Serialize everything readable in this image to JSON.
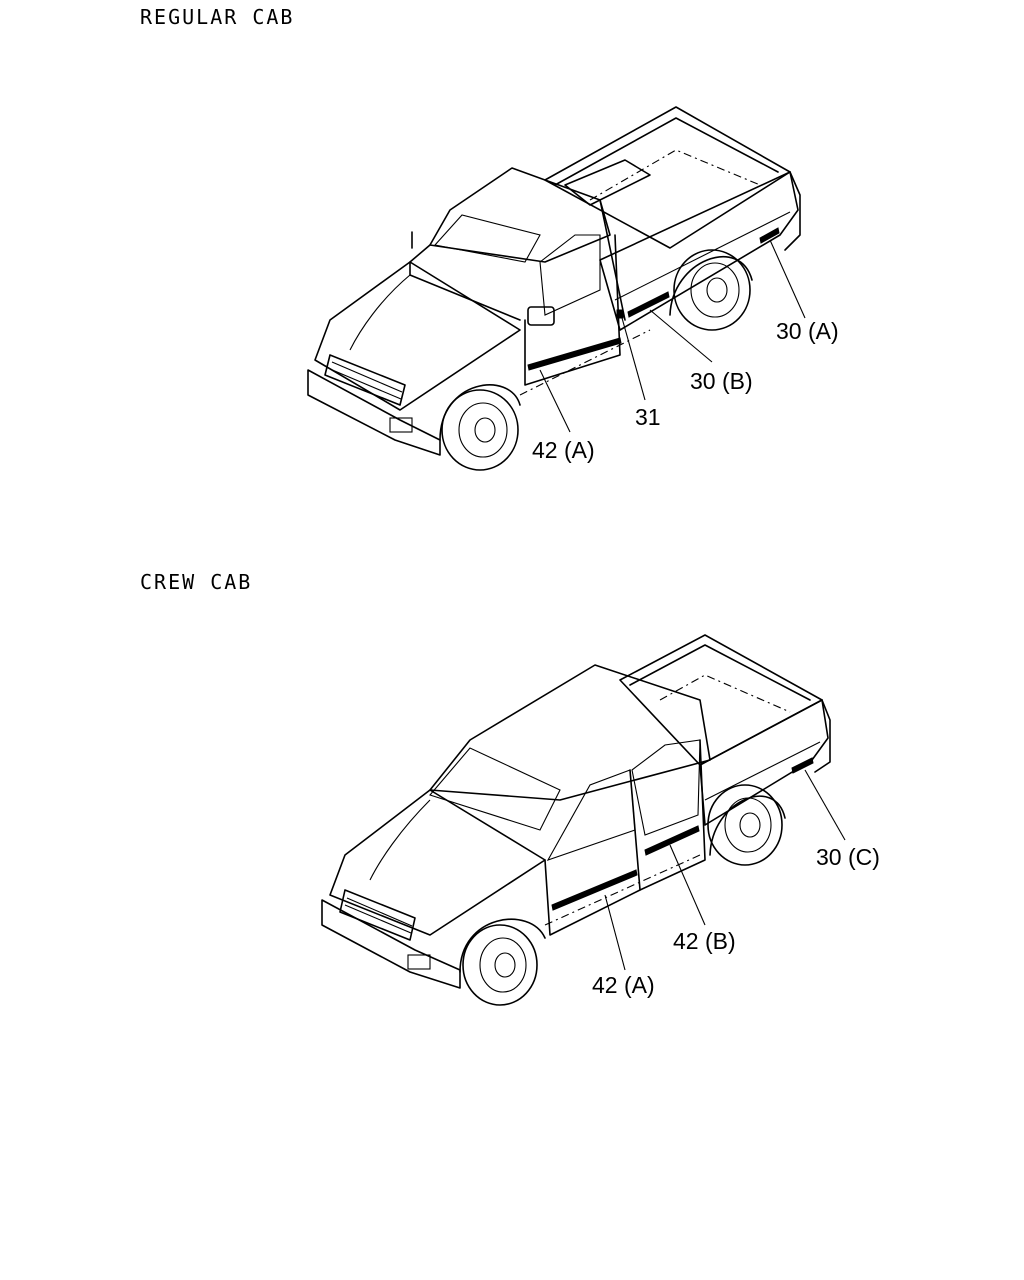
{
  "sections": [
    {
      "title": "REGULAR CAB",
      "callouts": [
        "30 (A)",
        "30 (B)",
        "31",
        "42 (A)"
      ]
    },
    {
      "title": "CREW CAB",
      "callouts": [
        "30 (C)",
        "42 (B)",
        "42 (A)"
      ]
    }
  ]
}
